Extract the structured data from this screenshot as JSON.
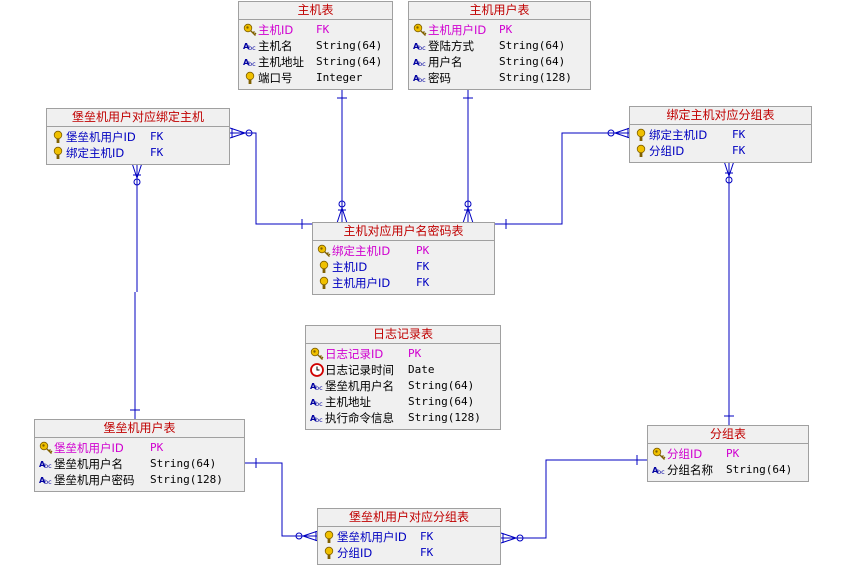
{
  "colors": {
    "line": "#0000c0",
    "title": "#c00000",
    "pk": "#d000d0",
    "fk": "#0000c0",
    "box_bg": "#f0f0f0",
    "box_border": "#a0a0a0"
  },
  "entities": [
    {
      "id": "host",
      "title": "主机表",
      "fields": [
        {
          "name": "主机ID",
          "type": "FK",
          "kind": "pk",
          "icon": "key-icon"
        },
        {
          "name": "主机名",
          "type": "String(64)",
          "kind": "plain",
          "icon": "text-attribute-icon"
        },
        {
          "name": "主机地址",
          "type": "String(64)",
          "kind": "plain",
          "icon": "text-attribute-icon"
        },
        {
          "name": "端口号",
          "type": "Integer",
          "kind": "plain",
          "icon": "required-attribute-icon"
        }
      ]
    },
    {
      "id": "hostuser",
      "title": "主机用户表",
      "fields": [
        {
          "name": "主机用户ID",
          "type": "PK",
          "kind": "pk",
          "icon": "key-icon"
        },
        {
          "name": "登陆方式",
          "type": "String(64)",
          "kind": "plain",
          "icon": "text-attribute-icon"
        },
        {
          "name": "用户名",
          "type": "String(64)",
          "kind": "plain",
          "icon": "text-attribute-icon"
        },
        {
          "name": "密码",
          "type": "String(128)",
          "kind": "plain",
          "icon": "text-attribute-icon"
        }
      ]
    },
    {
      "id": "bastion_bind_host",
      "title": "堡垒机用户对应绑定主机",
      "fields": [
        {
          "name": "堡垒机用户ID",
          "type": "FK",
          "kind": "fk",
          "icon": "foreign-key-icon"
        },
        {
          "name": "绑定主机ID",
          "type": "FK",
          "kind": "fk",
          "icon": "foreign-key-icon"
        }
      ]
    },
    {
      "id": "bind_group",
      "title": "绑定主机对应分组表",
      "fields": [
        {
          "name": "绑定主机ID",
          "type": "FK",
          "kind": "fk",
          "icon": "foreign-key-icon"
        },
        {
          "name": "分组ID",
          "type": "FK",
          "kind": "fk",
          "icon": "foreign-key-icon"
        }
      ]
    },
    {
      "id": "host_userpass",
      "title": "主机对应用户名密码表",
      "fields": [
        {
          "name": "绑定主机ID",
          "type": "PK",
          "kind": "pk",
          "icon": "key-icon"
        },
        {
          "name": "主机ID",
          "type": "FK",
          "kind": "fk",
          "icon": "foreign-key-icon"
        },
        {
          "name": "主机用户ID",
          "type": "FK",
          "kind": "fk",
          "icon": "foreign-key-icon"
        }
      ]
    },
    {
      "id": "log",
      "title": "日志记录表",
      "fields": [
        {
          "name": "日志记录ID",
          "type": "PK",
          "kind": "pk",
          "icon": "key-icon"
        },
        {
          "name": "日志记录时间",
          "type": "Date",
          "kind": "plain",
          "icon": "clock-icon"
        },
        {
          "name": "堡垒机用户名",
          "type": "String(64)",
          "kind": "plain",
          "icon": "text-attribute-icon"
        },
        {
          "name": "主机地址",
          "type": "String(64)",
          "kind": "plain",
          "icon": "text-attribute-icon"
        },
        {
          "name": "执行命令信息",
          "type": "String(128)",
          "kind": "plain",
          "icon": "text-attribute-icon"
        }
      ]
    },
    {
      "id": "bastion_user",
      "title": "堡垒机用户表",
      "fields": [
        {
          "name": "堡垒机用户ID",
          "type": "PK",
          "kind": "pk",
          "icon": "key-icon"
        },
        {
          "name": "堡垒机用户名",
          "type": "String(64)",
          "kind": "plain",
          "icon": "text-attribute-icon"
        },
        {
          "name": "堡垒机用户密码",
          "type": "String(128)",
          "kind": "plain",
          "icon": "text-attribute-icon"
        }
      ]
    },
    {
      "id": "group",
      "title": "分组表",
      "fields": [
        {
          "name": "分组ID",
          "type": "PK",
          "kind": "pk",
          "icon": "key-icon"
        },
        {
          "name": "分组名称",
          "type": "String(64)",
          "kind": "plain",
          "icon": "text-attribute-icon"
        }
      ]
    },
    {
      "id": "bastion_group",
      "title": "堡垒机用户对应分组表",
      "fields": [
        {
          "name": "堡垒机用户ID",
          "type": "FK",
          "kind": "fk",
          "icon": "foreign-key-icon"
        },
        {
          "name": "分组ID",
          "type": "FK",
          "kind": "fk",
          "icon": "foreign-key-icon"
        }
      ]
    }
  ]
}
